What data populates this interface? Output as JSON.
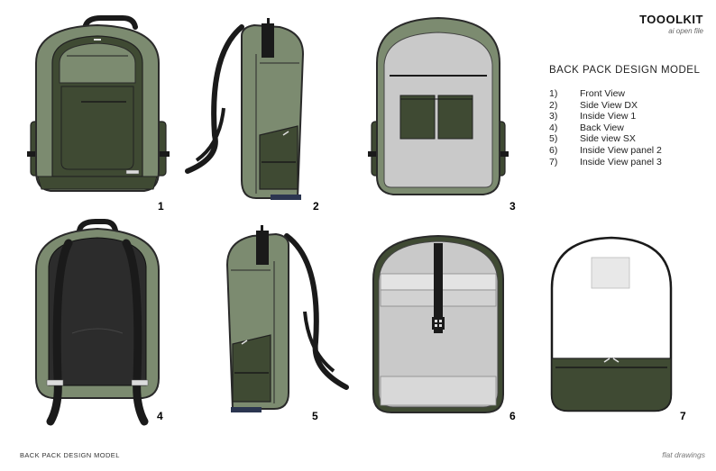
{
  "brand": {
    "name": "TOOOLKIT",
    "subtitle": "ai open file"
  },
  "header": {
    "title": "BACK PACK DESIGN MODEL"
  },
  "legend": [
    {
      "num": "1)",
      "label": "Front View"
    },
    {
      "num": "2)",
      "label": "Side View DX"
    },
    {
      "num": "3)",
      "label": "Inside View 1"
    },
    {
      "num": "4)",
      "label": "Back View"
    },
    {
      "num": "5)",
      "label": "Side view SX"
    },
    {
      "num": "6)",
      "label": "Inside View panel 2"
    },
    {
      "num": "7)",
      "label": "Inside View panel 3"
    }
  ],
  "view_numbers": [
    "1",
    "2",
    "3",
    "4",
    "5",
    "6",
    "7"
  ],
  "footer": {
    "left": "BACK PACK DESIGN MODEL",
    "right": "flat drawings"
  },
  "colors": {
    "green_light": "#7c8b70",
    "green_dark": "#3f4a33",
    "green_mid": "#5b6a4d",
    "black": "#1a1a1a",
    "grey_inner": "#c9c9c9",
    "grey_light": "#e3e3e3"
  }
}
